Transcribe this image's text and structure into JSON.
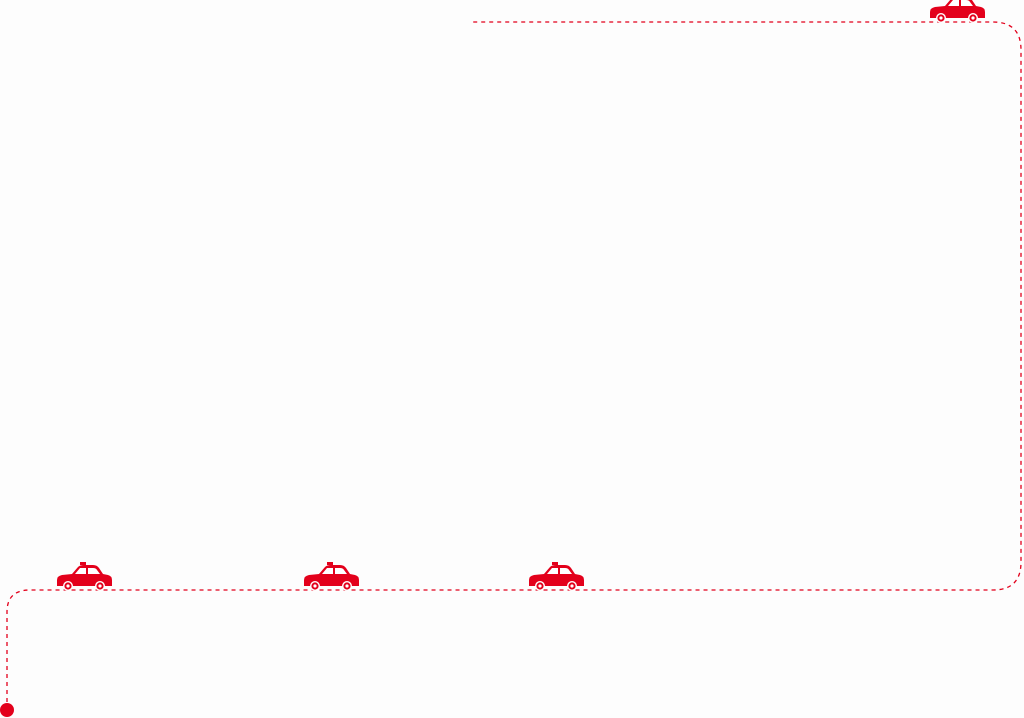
{
  "theme": {
    "background": "#fdfdfd",
    "accent": "#e3001b"
  },
  "route": {
    "style": "dashed",
    "start_marker": "start-dot",
    "vehicle_icon": "car-icon",
    "vehicle_count": 4
  }
}
